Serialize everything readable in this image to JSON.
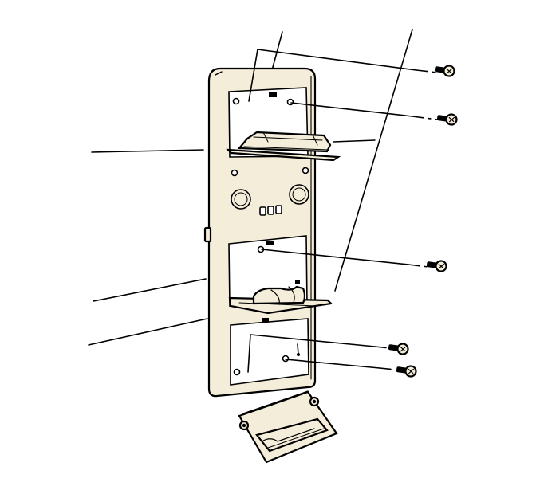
{
  "figure": {
    "kind": "exploded-assembly-illustration",
    "labels": []
  },
  "parts": {
    "roof_console_panel": "overhead-console-panel",
    "upper_bin_door": "storage-bin-door",
    "lower_bin_door": "storage-bin-door",
    "removed_door": "storage-bin-door",
    "knobs": [
      "knob",
      "knob"
    ],
    "screws": [
      "screw",
      "screw",
      "screw",
      "screw",
      "screw"
    ]
  },
  "colors": {
    "ink": "#000000",
    "panel": "#f4edd9",
    "background": "#ffffff"
  }
}
